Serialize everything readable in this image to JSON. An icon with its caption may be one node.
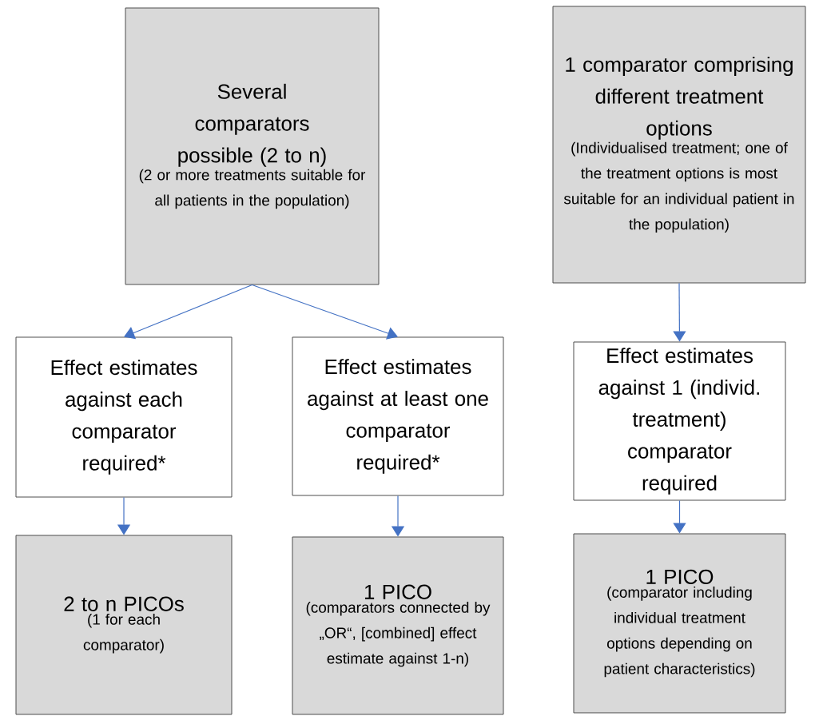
{
  "diagram": {
    "nodes": [
      {
        "text": [
          "Several comparators possible (2 to n)",
          "(2 or more treatments suitable for all patients in the population)"
        ]
      },
      {
        "text": [
          "1 comparator comprising different treatment options",
          "(Individualised treatment; one of the treatment options is most suitable for an individual patient in the population)"
        ]
      },
      {
        "text": [
          "Effect estimates against each comparator required*"
        ]
      },
      {
        "text": [
          "Effect estimates against at least one comparator required*"
        ]
      },
      {
        "text": [
          "Effect estimates against 1 (individ. treatment) comparator required"
        ]
      },
      {
        "text": [
          "2 to n PICOs",
          "(1 for each comparator)"
        ]
      },
      {
        "text": [
          "1 PICO",
          "(comparators connected by „OR“, [combined] effect estimate against 1-n)"
        ]
      },
      {
        "text": [
          "1 PICO",
          "(comparator including individual treatment options depending on patient characteristics)"
        ]
      }
    ],
    "edges": [
      {
        "from": 0,
        "to": 2,
        "arrow": "to"
      },
      {
        "from": 0,
        "to": 3,
        "arrow": "to"
      },
      {
        "from": 1,
        "to": 4,
        "arrow": "to"
      },
      {
        "from": 2,
        "to": 5,
        "arrow": "to"
      },
      {
        "from": 3,
        "to": 6,
        "arrow": "to"
      },
      {
        "from": 4,
        "to": 7,
        "arrow": "to"
      }
    ]
  }
}
